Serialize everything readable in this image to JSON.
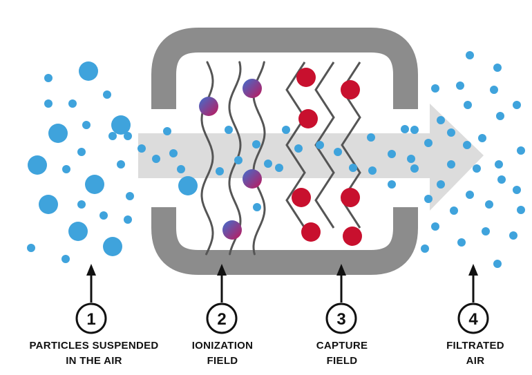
{
  "colors": {
    "particle": "#3fa3dc",
    "charged_top": "#3f6fcf",
    "charged_bottom": "#c0185a",
    "captured": "#c8102e",
    "housing": "#8c8c8c",
    "arrow": "#d9d9d9",
    "wire": "#555555",
    "marker": "#111111"
  },
  "stages": [
    {
      "number": "1",
      "line1": "PARTICLES SUSPENDED",
      "line2": "IN THE AIR"
    },
    {
      "number": "2",
      "line1": "IONIZATION",
      "line2": "FIELD"
    },
    {
      "number": "3",
      "line1": "CAPTURE",
      "line2": "FIELD"
    },
    {
      "number": "4",
      "line1": "FILTRATED",
      "line2": "AIR"
    }
  ]
}
